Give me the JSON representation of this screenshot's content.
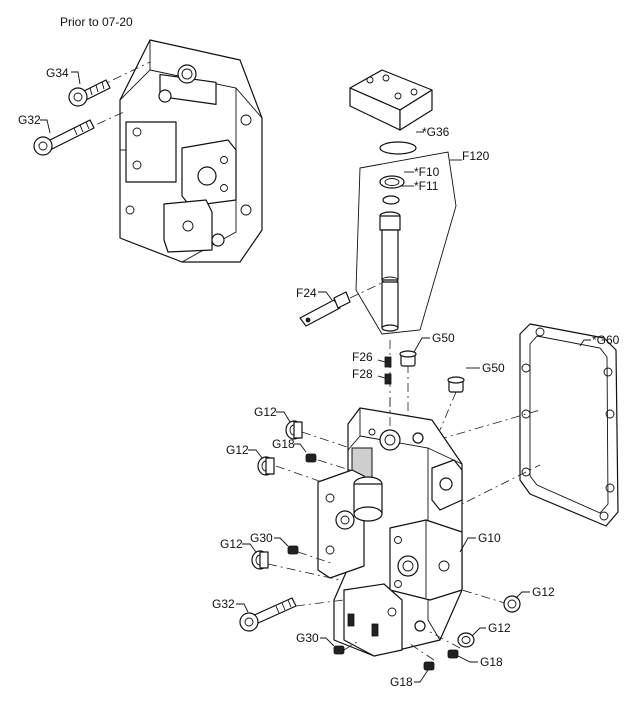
{
  "note": "Prior to 07-20",
  "labels": {
    "G34": "G34",
    "G32_top": "G32",
    "G36": "*G36",
    "F120": "F120",
    "F10": "*F10",
    "F11": "*F11",
    "F24": "F24",
    "G50_a": "G50",
    "G50_b": "G50",
    "G60": "*G60",
    "F26": "F26",
    "F28": "F28",
    "G12_a": "G12",
    "G18_a": "G18",
    "G12_b": "G12",
    "G30_a": "G30",
    "G12_c": "G12",
    "G10": "G10",
    "G32_bottom": "G32",
    "G12_d": "G12",
    "G12_e": "G12",
    "G30_b": "G30",
    "G18_b": "G18",
    "G18_c": "G18"
  }
}
